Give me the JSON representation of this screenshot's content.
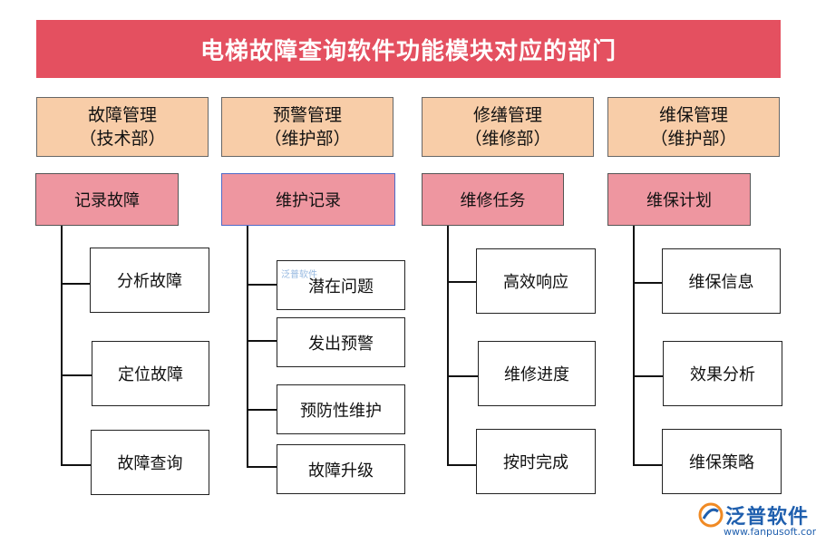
{
  "title": "电梯故障查询软件功能模块对应的部门",
  "columns": [
    {
      "dept_name": "故障管理",
      "dept_unit": "（技术部）",
      "function": "记录故障",
      "subs": [
        "分析故障",
        "定位故障",
        "故障查询"
      ]
    },
    {
      "dept_name": "预警管理",
      "dept_unit": "（维护部）",
      "function": "维护记录",
      "subs": [
        "潜在问题",
        "发出预警",
        "预防性维护",
        "故障升级"
      ]
    },
    {
      "dept_name": "修缮管理",
      "dept_unit": "（维修部）",
      "function": "维修任务",
      "subs": [
        "高效响应",
        "维修进度",
        "按时完成"
      ]
    },
    {
      "dept_name": "维保管理",
      "dept_unit": "（维护部）",
      "function": "维保计划",
      "subs": [
        "维保信息",
        "效果分析",
        "维保策略"
      ]
    }
  ],
  "watermark": "泛普软件",
  "logo": {
    "brand": "泛普软件",
    "url": "www.fanpusoft.com"
  },
  "colors": {
    "title_bg": "#e45060",
    "dept_bg": "#f8cda8",
    "function_bg": "#ee96a0"
  }
}
